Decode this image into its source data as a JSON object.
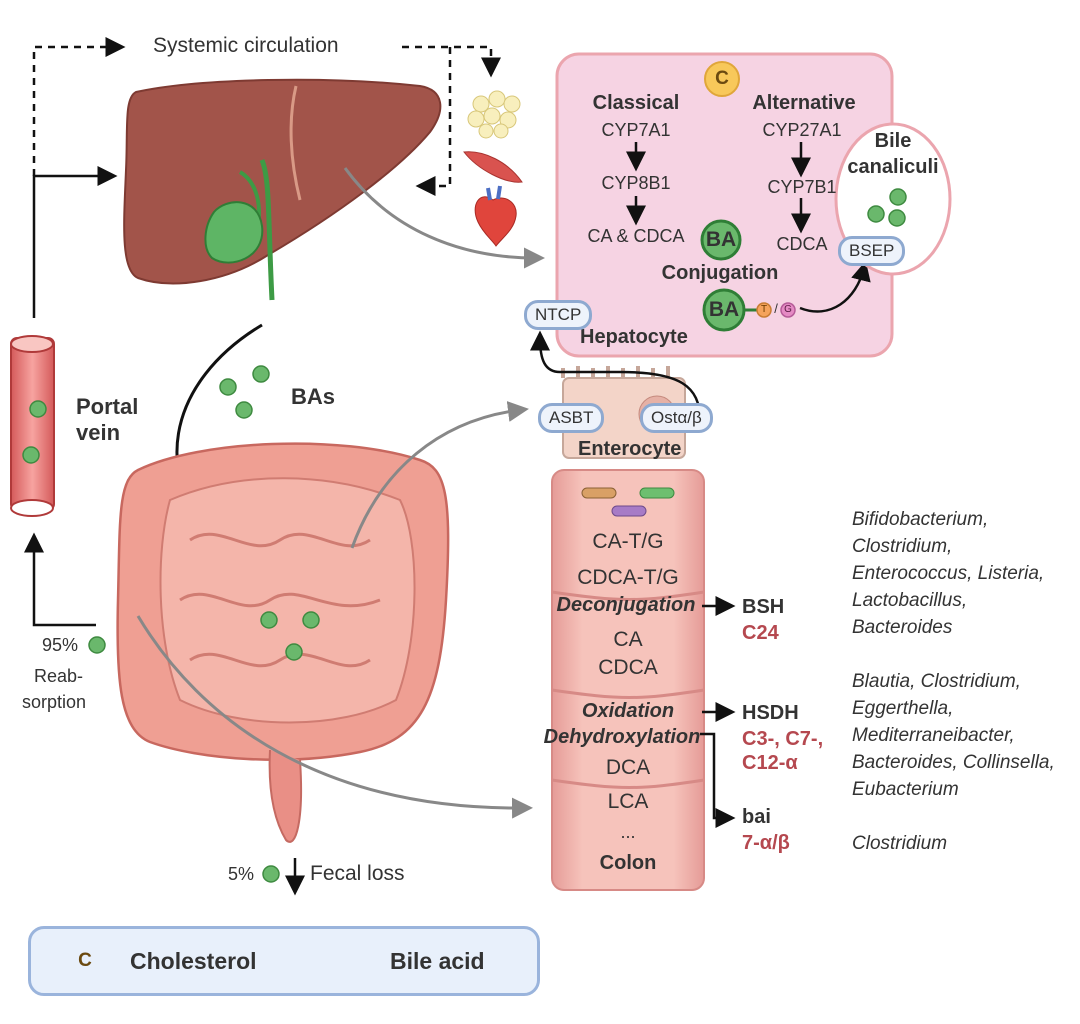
{
  "labels": {
    "systemic": "Systemic circulation",
    "bas": "BAs",
    "portal": "Portal",
    "vein": "vein",
    "reab_pct": "95%",
    "reab1": "Reab-",
    "reab2": "sorption",
    "fecal_pct": "5%",
    "fecal": "Fecal loss"
  },
  "hepatocyte": {
    "cholesterol_badge": "C",
    "classical": "Classical",
    "alternative": "Alternative",
    "cyp7a1": "CYP7A1",
    "cyp8b1": "CYP8B1",
    "ca_cdca": "CA & CDCA",
    "cyp27a1": "CYP27A1",
    "cyp7b1": "CYP7B1",
    "cdca": "CDCA",
    "ba1": "BA",
    "conjugation": "Conjugation",
    "ba2": "BA",
    "t": "T",
    "slash": "/",
    "g": "G",
    "hepatocyte": "Hepatocyte",
    "ntcp": "NTCP",
    "bile1": "Bile",
    "bile2": "canaliculi",
    "bsep": "BSEP"
  },
  "enterocyte": {
    "asbt": "ASBT",
    "ost": "Ostα/β",
    "label": "Enterocyte"
  },
  "colon": {
    "ca_tg": "CA-T/G",
    "cdca_tg": "CDCA-T/G",
    "deconj": "Deconjugation",
    "ca": "CA",
    "cdca": "CDCA",
    "oxidation": "Oxidation",
    "dehydrox": "Dehydroxylation",
    "dca": "DCA",
    "lca": "LCA",
    "dots": "...",
    "colon": "Colon"
  },
  "enzymes": {
    "bsh": "BSH",
    "c24": "C24",
    "hsdh": "HSDH",
    "hsdh_sites1": "C3-, C7-,",
    "hsdh_sites2": "C12-α",
    "bai": "bai",
    "bai_sites": "7-α/β"
  },
  "bacteria": {
    "bsh_group": [
      "Bifidobacterium,",
      "Clostridium,",
      "Enterococcus, Listeria,",
      "Lactobacillus,",
      "Bacteroides"
    ],
    "hsdh_group": [
      "Blautia, Clostridium,",
      "Eggerthella,",
      "Mediterraneibacter,",
      "Bacteroides, Collinsella,",
      "Eubacterium"
    ],
    "bai_group": [
      "Clostridium"
    ]
  },
  "legend": {
    "badge": "C",
    "cholesterol": "Cholesterol",
    "bile_acid": "Bile acid"
  },
  "colors": {
    "hepatocyte_fill": "#f6d3e3",
    "hepatocyte_border": "#eba5ae",
    "bile_acid": "#6ab86c",
    "cholesterol": "#f8c85a",
    "liver": "#a2544a",
    "enzyme_red": "#b5484f"
  }
}
